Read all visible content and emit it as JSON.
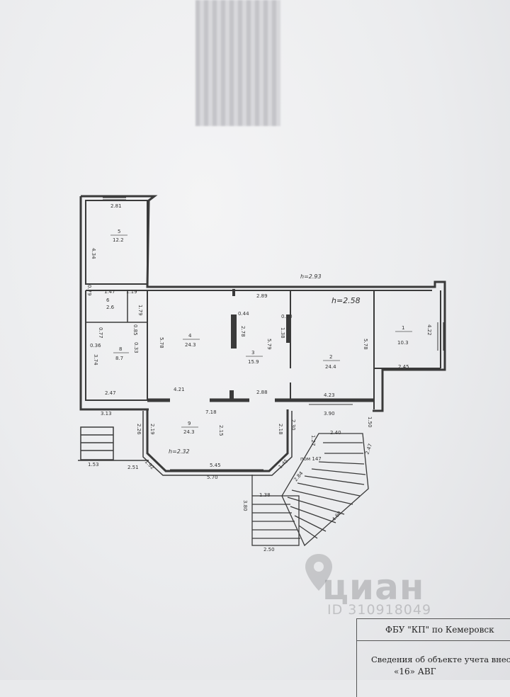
{
  "plan": {
    "room_labels": [
      {
        "num": "1",
        "area": "10.3"
      },
      {
        "num": "2",
        "area": "24.4"
      },
      {
        "num": "3",
        "area": "15.9"
      },
      {
        "num": "4",
        "area": "24.3"
      },
      {
        "num": "5",
        "area": "12.2"
      },
      {
        "num": "6",
        "area": "2.6"
      },
      {
        "num": "8",
        "area": "8.7"
      },
      {
        "num": "9",
        "area": "24.3"
      }
    ],
    "heights": [
      "h=2.58",
      "h=2.32",
      "h=2.93"
    ],
    "dimensions": [
      "2.81",
      "4.34",
      "1.47",
      "1.19",
      "1.79",
      "0.77",
      "0.85",
      "0.36",
      "0.33",
      "3.74",
      "2.47",
      "3.13",
      "5.78",
      "4.21",
      "2.89",
      "0.44",
      "2.78",
      "0.20",
      "1.38",
      "5.79",
      "2.88",
      "7.18",
      "5.78",
      "4.23",
      "4.22",
      "2.45",
      "3.90",
      "1.50",
      "2.40",
      "2.19",
      "2.26",
      "2.15",
      "2.18",
      "2.30",
      "1.27",
      "2.47",
      "5.45",
      "5.70",
      "1.53",
      "2.51",
      "1.92",
      "1.45",
      "2.84",
      "4.60",
      "1.38",
      "3.80",
      "2.50",
      "0.79"
    ],
    "pass_label": "пом 147"
  },
  "watermark": {
    "brand": "циан",
    "id": "ID 310918049"
  },
  "stamp": {
    "org": "ФБУ \"КП\" по Кемеровск",
    "info": "Сведения об объекте учета внес",
    "date": "«16» АВГ"
  }
}
